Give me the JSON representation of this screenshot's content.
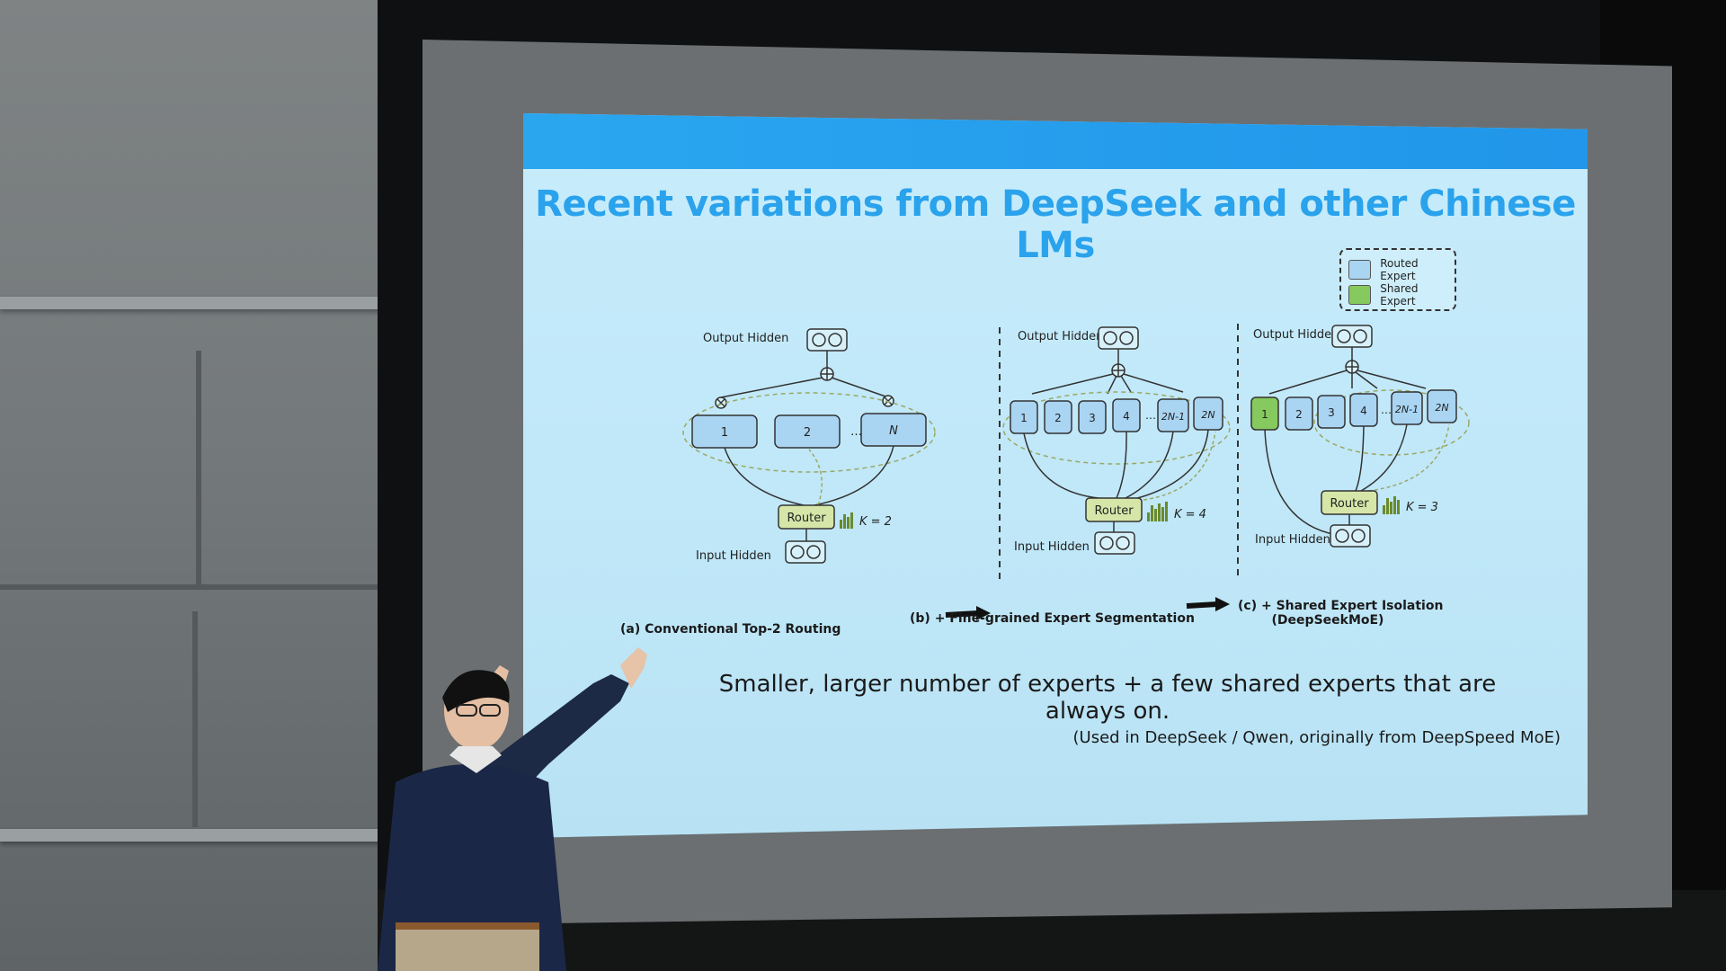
{
  "slide": {
    "title": "Recent variations from DeepSeek and other Chinese LMs",
    "legend": [
      {
        "label": "Routed Expert",
        "color": "#a9d4f2"
      },
      {
        "label": "Shared Expert",
        "color": "#86c95e"
      }
    ],
    "panels": [
      {
        "output_label": "Output Hidden",
        "input_label": "Input Hidden",
        "router_label": "Router",
        "k_label": "K = 2",
        "experts": [
          "1",
          "2",
          "N"
        ],
        "caption": "(a) Conventional Top-2 Routing"
      },
      {
        "output_label": "Output Hidden",
        "input_label": "Input Hidden",
        "router_label": "Router",
        "k_label": "K = 4",
        "experts": [
          "1",
          "2",
          "3",
          "4",
          "2N-1",
          "2N"
        ],
        "caption": "(b) + Fine-grained Expert Segmentation"
      },
      {
        "output_label": "Output Hidden",
        "input_label": "Input Hidden",
        "router_label": "Router",
        "k_label": "K = 3",
        "experts": [
          "1",
          "2",
          "3",
          "4",
          "2N-1",
          "2N"
        ],
        "caption_line1": "(c) + Shared Expert Isolation",
        "caption_line2": "(DeepSeekMoE)"
      }
    ],
    "summary": "Smaller, larger number of experts + a few shared experts that are always on.",
    "source": "(Used in DeepSeek / Qwen, originally from DeepSpeed MoE)"
  },
  "colors": {
    "routed": "#a9d4f2",
    "shared": "#86c95e",
    "router": "#d5e6a8",
    "title": "#2aa2ec",
    "band": "#2196ea"
  }
}
